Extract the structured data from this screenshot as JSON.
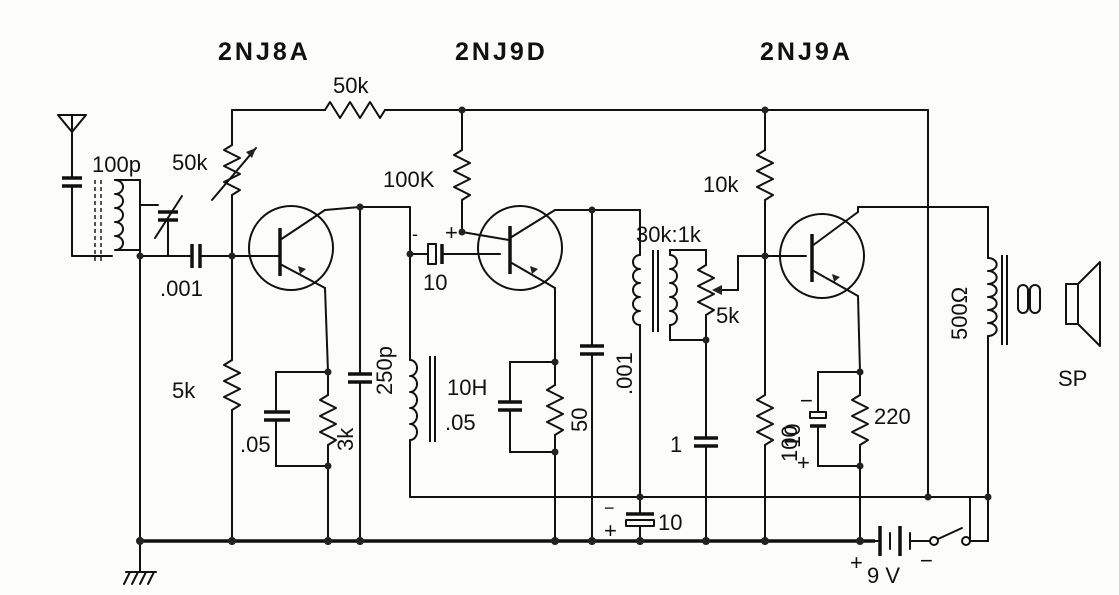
{
  "transistors": {
    "q1": "2NJ8A",
    "q2": "2NJ9D",
    "q3": "2NJ9A"
  },
  "components": {
    "r_feedback": "50k",
    "vr_input": "50k",
    "c_ant": "100p",
    "c_couple1": ".001",
    "r_bias1": "5k",
    "c_emit1": ".05",
    "r_emit1": "3k",
    "c_tank": "250p",
    "r_bias2": "100K",
    "c_couple2": "10",
    "choke": "10H",
    "c_emit2": ".05",
    "r_emit2": "50",
    "c_col2": ".001",
    "transformer1": "30k:1k",
    "vr_vol": "5k",
    "c_bypass": "1",
    "c_supply": "10",
    "r_bias3": "10k",
    "r_base3": "100",
    "c_emit3": "10",
    "r_emit3": "220",
    "transformer2": "500Ω",
    "speaker": "SP",
    "battery": "9 V"
  },
  "polarity": {
    "plus": "+",
    "minus": "−",
    "minus_short": "-"
  }
}
